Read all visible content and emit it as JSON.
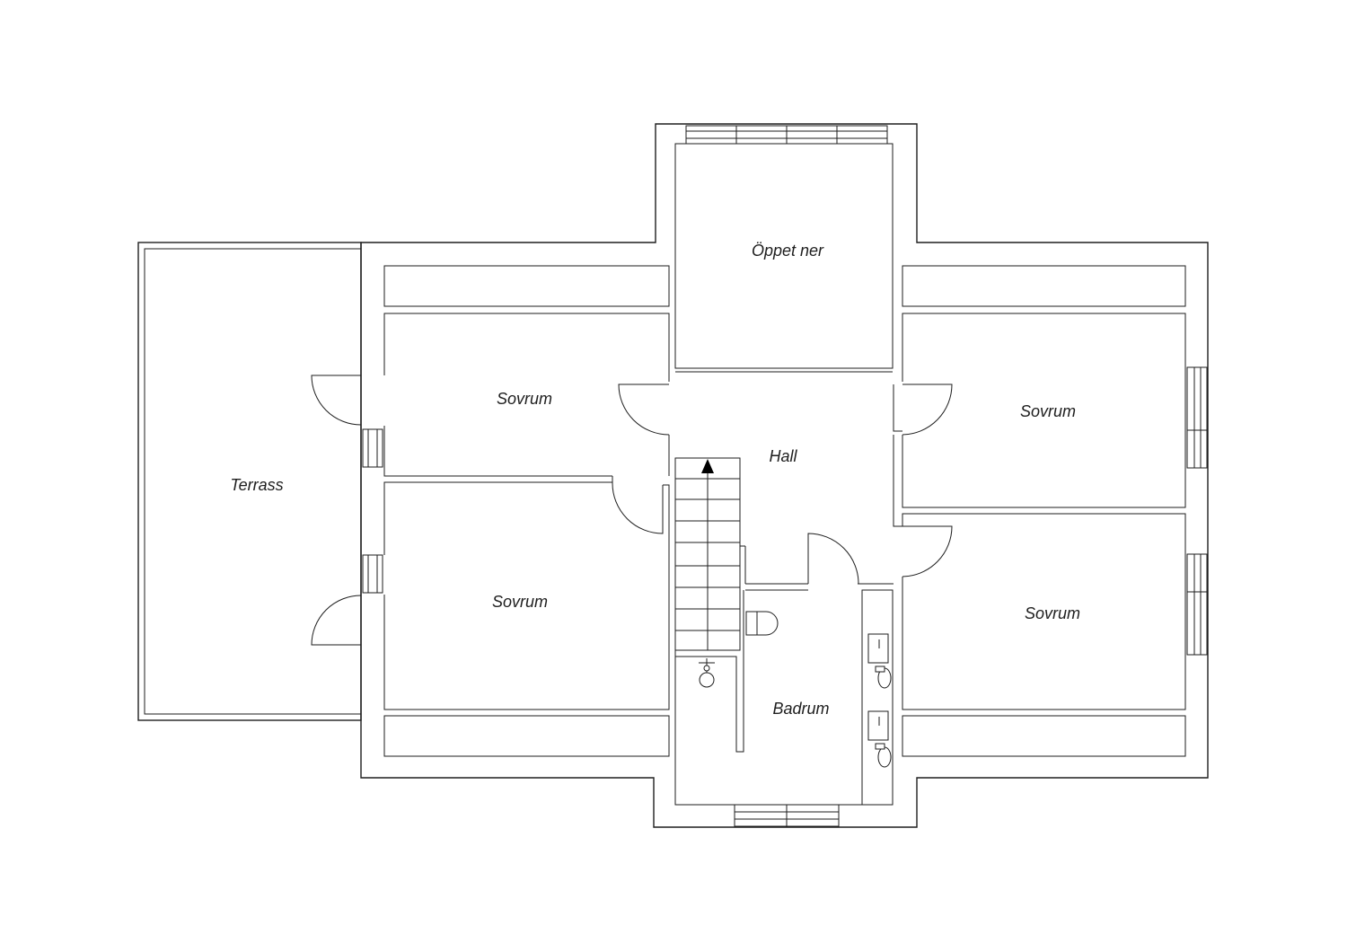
{
  "rooms": {
    "open_below": "Öppet ner",
    "bedroom_nw": "Sovrum",
    "bedroom_sw": "Sovrum",
    "bedroom_ne": "Sovrum",
    "bedroom_se": "Sovrum",
    "hall": "Hall",
    "terrace": "Terrass",
    "bathroom": "Badrum"
  },
  "colors": {
    "line": "#1e1e1e",
    "background": "#ffffff"
  }
}
